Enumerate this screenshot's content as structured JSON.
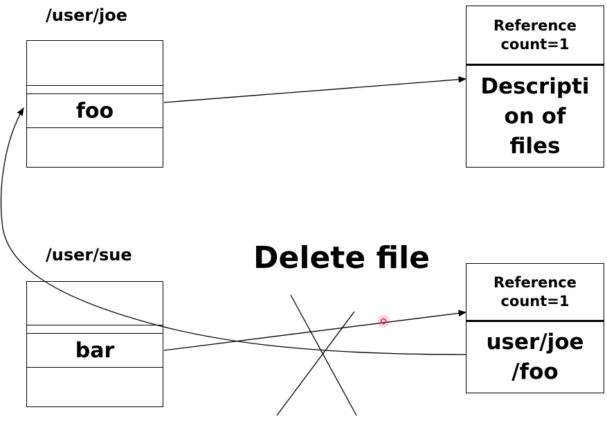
{
  "dirs": {
    "joe": {
      "path": "/user/joe",
      "entry": "foo"
    },
    "sue": {
      "path": "/user/sue",
      "entry": "bar"
    }
  },
  "inodes": {
    "top": {
      "header_line1": "Reference",
      "header_line2": "count=1",
      "body_lines": [
        "Descripti",
        "on of",
        "files"
      ]
    },
    "bottom": {
      "header_line1": "Reference",
      "header_line2": "count=1",
      "body_lines": [
        "user/joe",
        "/foo"
      ]
    }
  },
  "title": "Delete file",
  "colors": {
    "stroke": "#000000",
    "cursor": "#e0204a"
  }
}
